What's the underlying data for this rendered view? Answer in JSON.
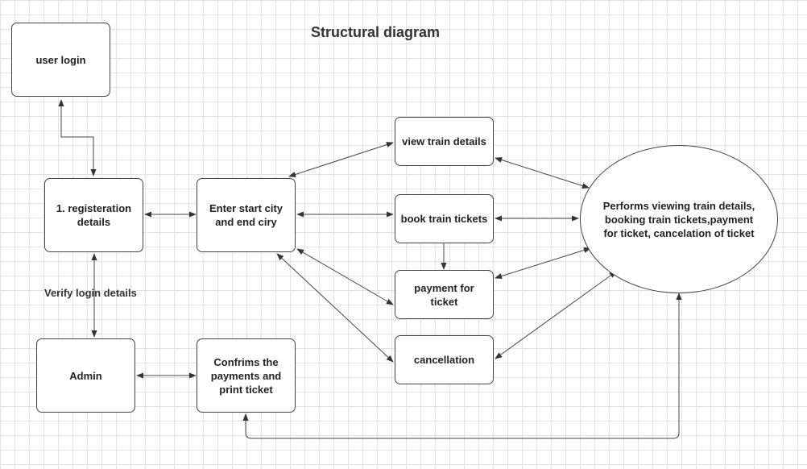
{
  "title": "Structural diagram",
  "nodes": {
    "user_login": "user login",
    "registration": "1. registeration details",
    "enter_city": "Enter start city and end ciry",
    "view_train": "view train details",
    "book_train": "book train tickets",
    "payment": "payment for ticket",
    "cancellation": "cancellation",
    "admin": "Admin",
    "confirms": "Confrims the payments and print ticket",
    "performs": "Performs viewing train details, booking train tickets,payment for ticket, cancelation of ticket"
  },
  "edge_labels": {
    "verify": "Verify login details"
  },
  "colors": {
    "grid": "#e2e2e2",
    "stroke": "#444444",
    "background": "#ffffff"
  }
}
